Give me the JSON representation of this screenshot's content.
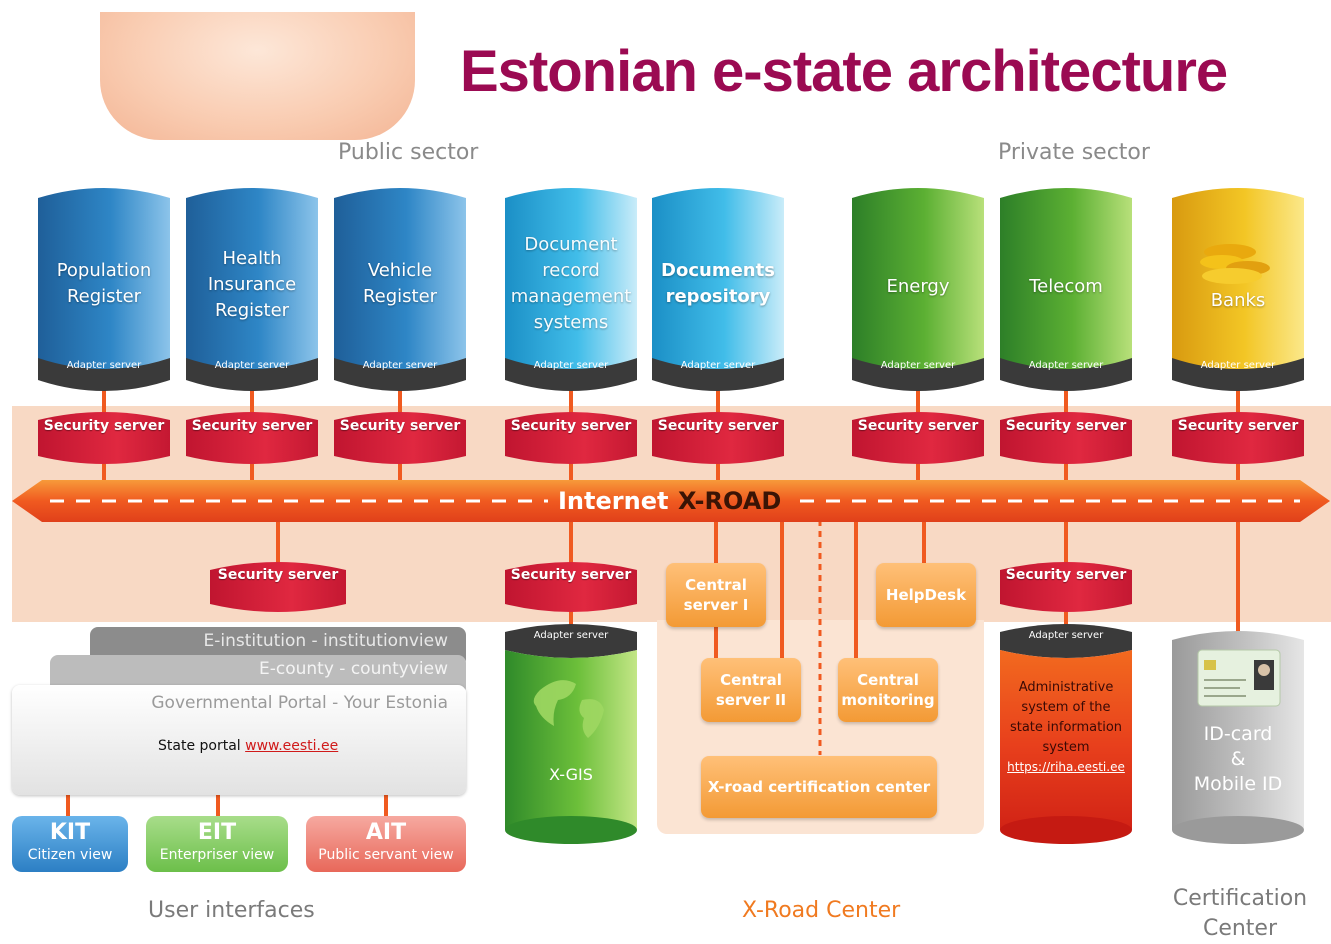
{
  "title": "Estonian e-state architecture",
  "sectors": {
    "public": "Public sector",
    "private": "Private sector"
  },
  "registers": [
    {
      "label": "Population\nRegister",
      "adapter": "Adapter server",
      "security": "Security server"
    },
    {
      "label": "Health\nInsurance\nRegister",
      "adapter": "Adapter server",
      "security": "Security server"
    },
    {
      "label": "Vehicle\nRegister",
      "adapter": "Adapter server",
      "security": "Security server"
    },
    {
      "label": "Document\nrecord\nmanagement\nsystems",
      "adapter": "Adapter server",
      "security": "Security server"
    },
    {
      "label": "Documents\nrepository",
      "adapter": "Adapter server",
      "security": "Security server"
    },
    {
      "label": "Energy",
      "adapter": "Adapter server",
      "security": "Security server"
    },
    {
      "label": "Telecom",
      "adapter": "Adapter server",
      "security": "Security server"
    },
    {
      "label": "Banks",
      "adapter": "Adapter server",
      "security": "Security server"
    }
  ],
  "xroad": {
    "internet": "Internet",
    "name": "X-ROAD"
  },
  "lower_security": [
    "Security server",
    "Security server",
    "Security server"
  ],
  "center": {
    "central_server_1": "Central\nserver I",
    "central_server_2": "Central\nserver II",
    "central_monitoring": "Central\nmonitoring",
    "helpdesk": "HelpDesk",
    "certification": "X-road certification center",
    "label": "X-Road Center"
  },
  "xgis": {
    "adapter": "Adapter server",
    "label": "X-GIS"
  },
  "riha": {
    "adapter": "Adapter server",
    "text": "Administrative\nsystem of the\nstate information\nsystem",
    "link": "https://riha.eesti.ee"
  },
  "idcard": {
    "label": "ID-card\n&\nMobile ID",
    "footer": "Certification\nCenter"
  },
  "portal": {
    "layer1": "E-institution - institutionview",
    "layer2": "E-county - countyview",
    "layer3": "Governmental Portal - Your Estonia",
    "state_portal": "State portal",
    "state_link": "www.eesti.ee"
  },
  "user_interfaces": [
    {
      "abbr": "KIT",
      "label": "Citizen view"
    },
    {
      "abbr": "EIT",
      "label": "Enterpriser view"
    },
    {
      "abbr": "AIT",
      "label": "Public servant view"
    }
  ],
  "footer_ui": "User interfaces",
  "colors": {
    "title": "#9b0a52",
    "blue": "#2a7fbf",
    "cyan": "#35b5e5",
    "green": "#5aae32",
    "yellow": "#f0c020",
    "security": "#d11e3a",
    "orange": "#f39a35"
  }
}
